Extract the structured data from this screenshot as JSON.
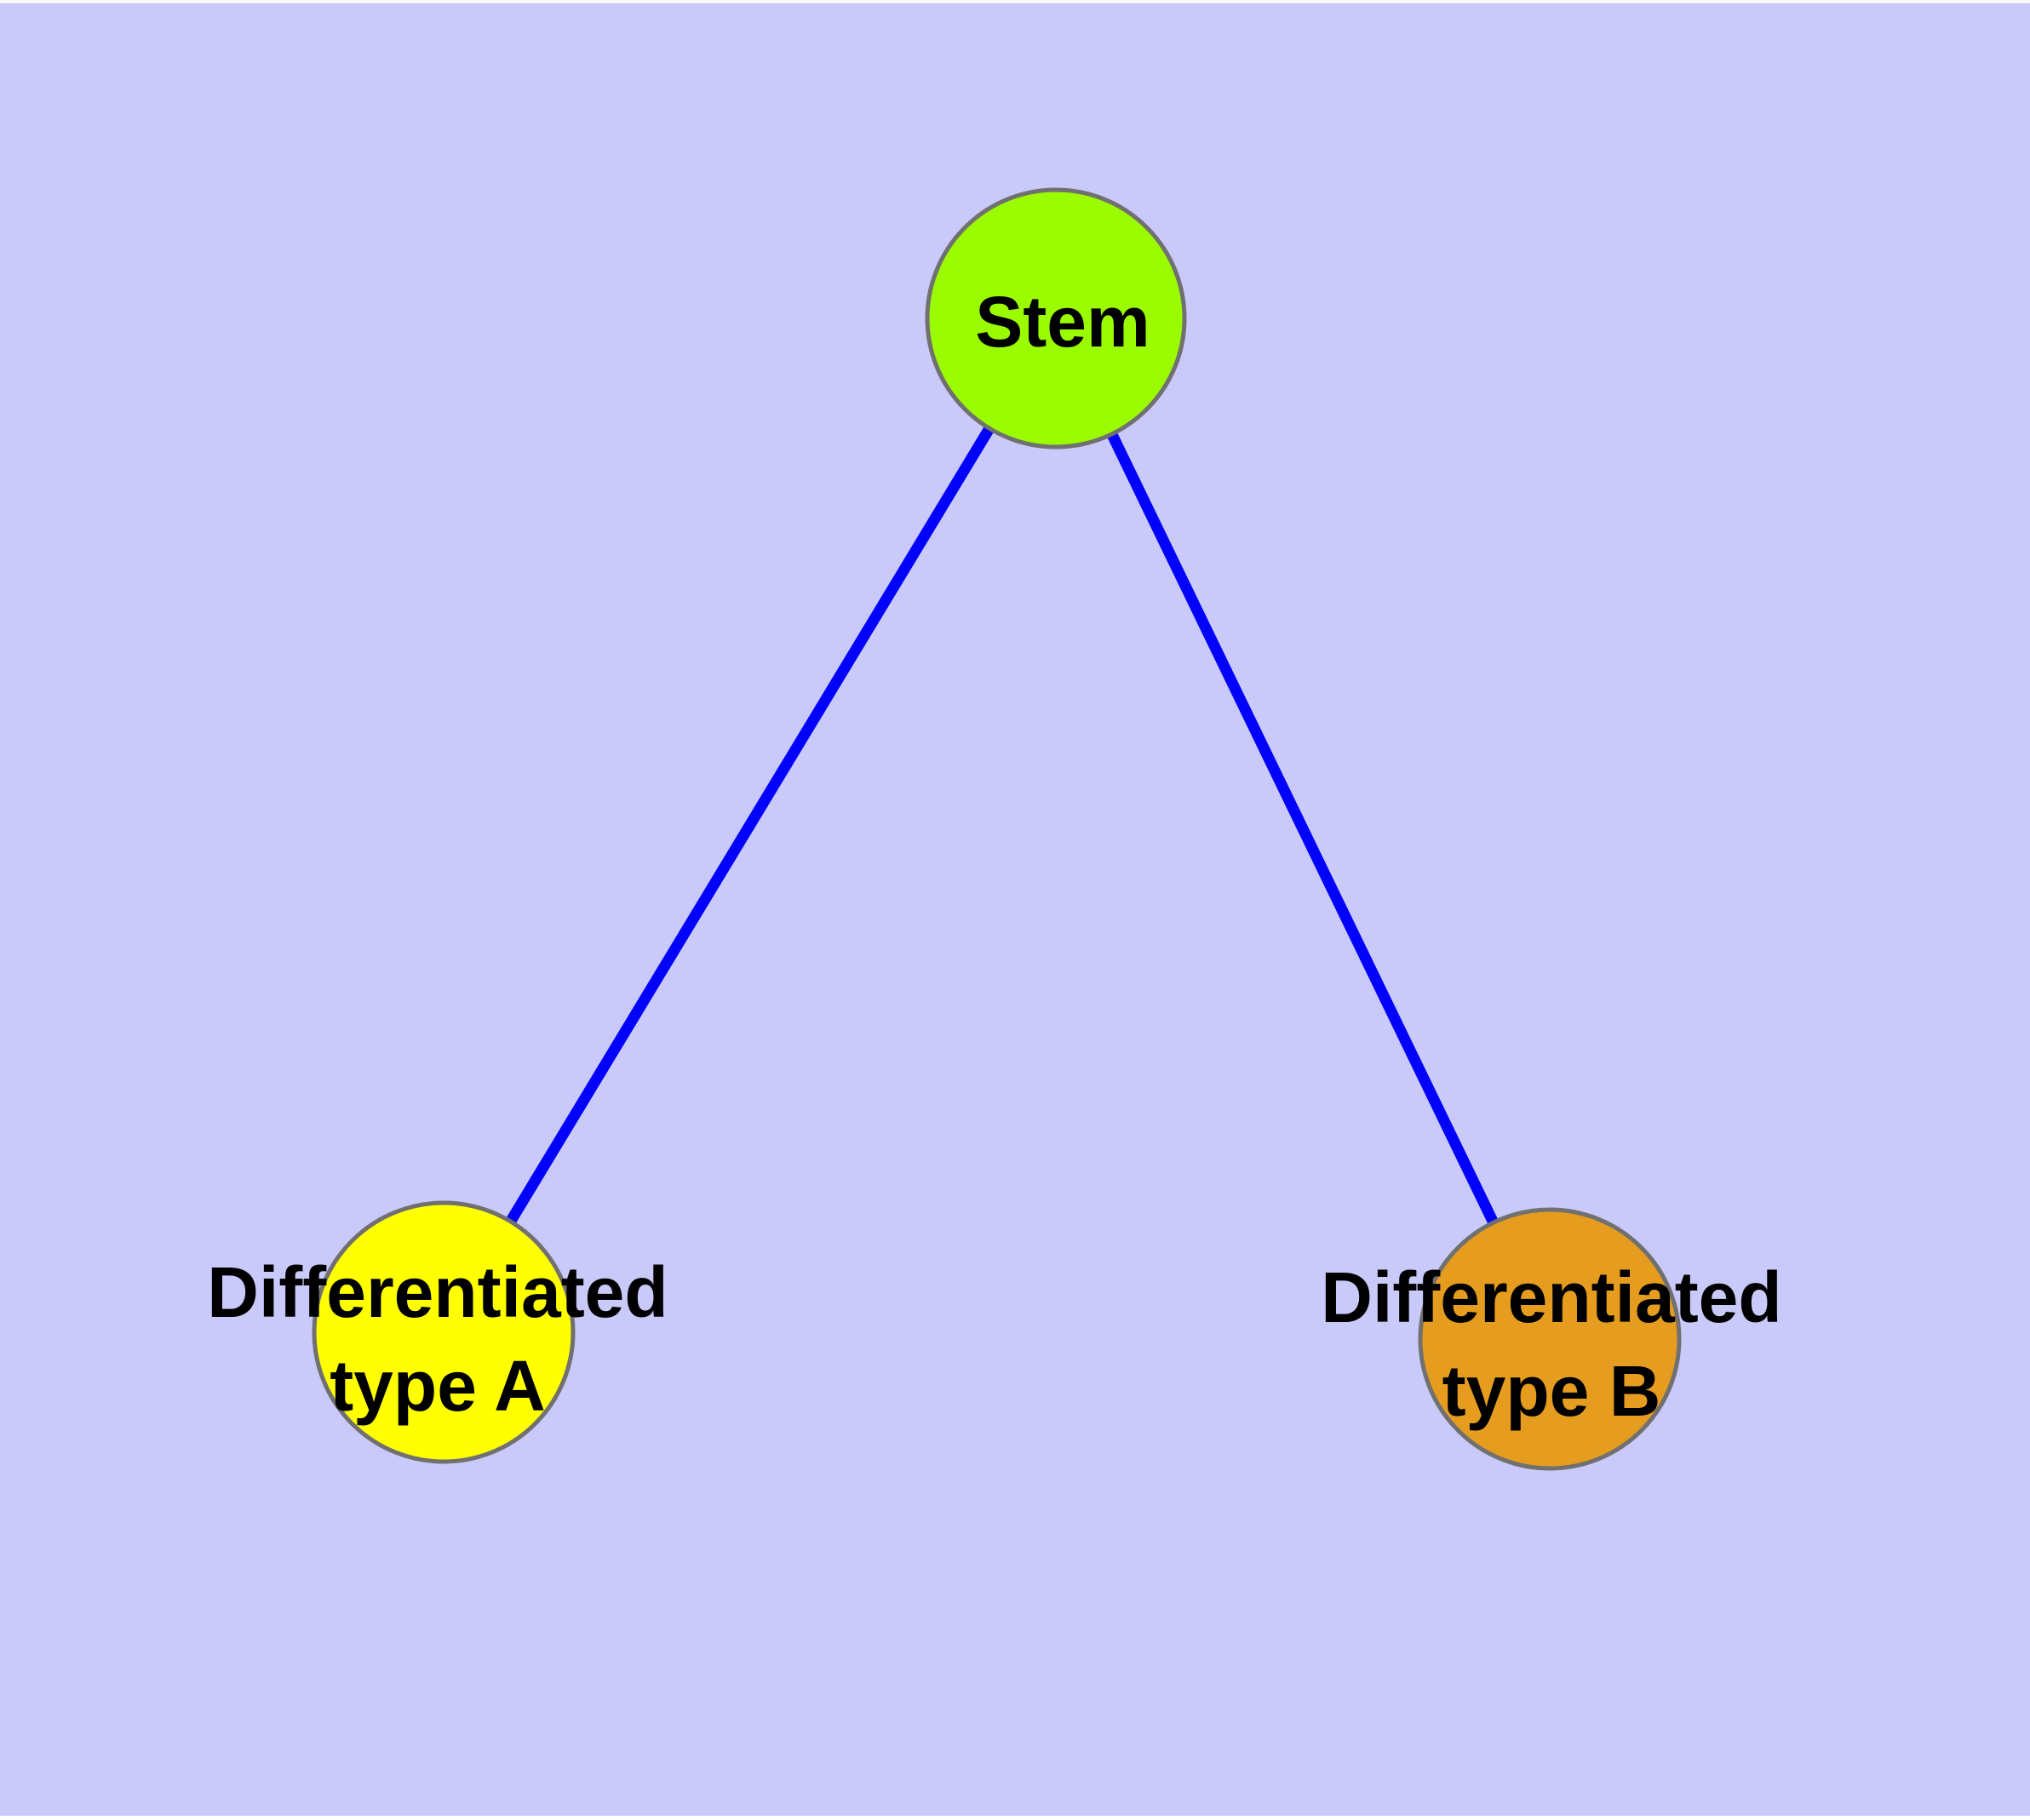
{
  "diagram": {
    "type": "graph",
    "description": "Stem cell differentiation tree with one root node and two child nodes",
    "background_color": "#C9C9FA",
    "top_strip_color": "#F8F8F8",
    "bottom_strip_color": "#FFFFFF",
    "edge_color": "#0202FB",
    "node_border_color": "#707070",
    "label_color": "#000000",
    "nodes": [
      {
        "id": "stem",
        "label": "Stem",
        "fill": "#9BFB00"
      },
      {
        "id": "differentiated-type-a",
        "label_line1": "Differentiated",
        "label_line2": "type A",
        "fill": "#FFFF00"
      },
      {
        "id": "differentiated-type-b",
        "label_line1": "Differentiated",
        "label_line2": "type B",
        "fill": "#E59C1F"
      }
    ],
    "edges": [
      {
        "from": "stem",
        "to": "differentiated-type-a"
      },
      {
        "from": "stem",
        "to": "differentiated-type-b"
      }
    ]
  }
}
